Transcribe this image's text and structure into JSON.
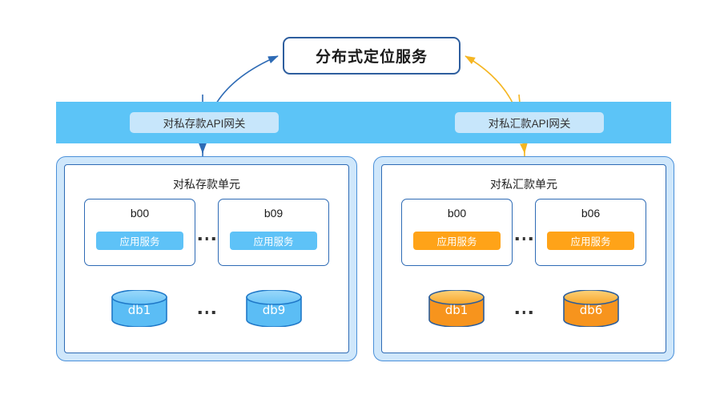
{
  "diagram": {
    "title_box": {
      "label": "分布式定位服务"
    },
    "gateways": [
      {
        "id": "deposit",
        "label": "对私存款API网关"
      },
      {
        "id": "remit",
        "label": "对私汇款API网关"
      }
    ],
    "units": [
      {
        "id": "deposit",
        "title": "对私存款单元",
        "accent": "#5EC2F7",
        "cells": [
          {
            "name": "b00",
            "service": "应用服务"
          },
          {
            "name": "b09",
            "service": "应用服务"
          }
        ],
        "databases": [
          {
            "name": "db1"
          },
          {
            "name": "db9"
          }
        ],
        "ellipsis": "..."
      },
      {
        "id": "remit",
        "title": "对私汇款单元",
        "accent": "#FFA318",
        "cells": [
          {
            "name": "b00",
            "service": "应用服务"
          },
          {
            "name": "b06",
            "service": "应用服务"
          }
        ],
        "databases": [
          {
            "name": "db1"
          },
          {
            "name": "db6"
          }
        ],
        "ellipsis": "..."
      }
    ],
    "colors": {
      "band_blue": "#5CC4F7",
      "pill_light_blue": "#C7E6FB",
      "service_blue": "#5EC2F7",
      "service_orange": "#FFA318",
      "db_blue": "#5BBDF5",
      "db_orange": "#F7941D",
      "stroke_blue": "#2E6BB5",
      "arrow_blue": "#2E6BB5",
      "arrow_orange": "#F5B622",
      "container_fill": "#CFE7FB"
    }
  }
}
